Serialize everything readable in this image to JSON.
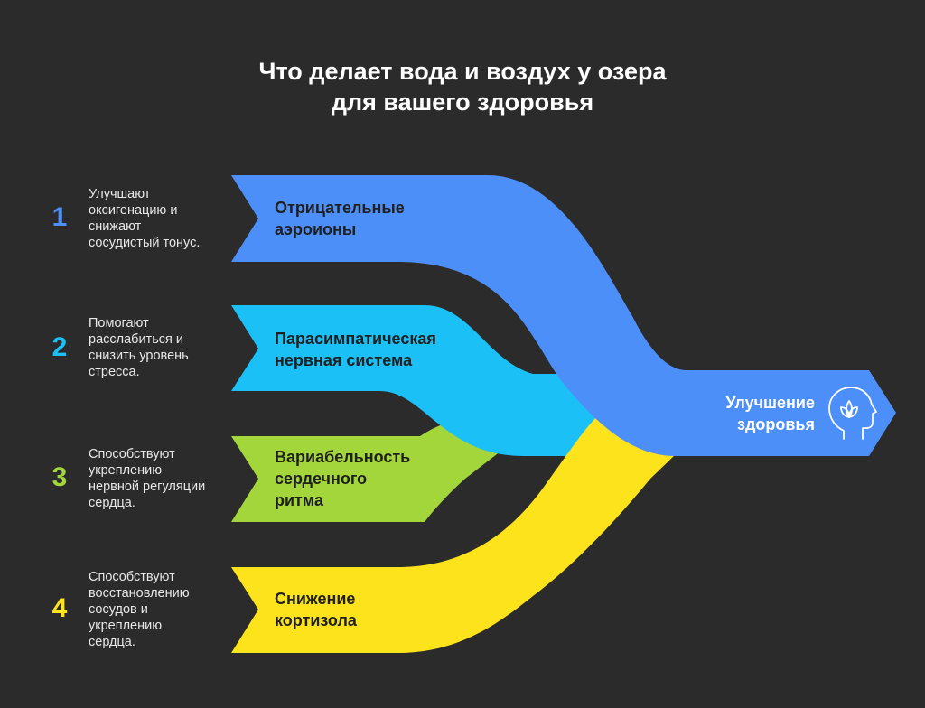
{
  "title": {
    "line1": "Что делает вода и воздух у озера",
    "line2": "для вашего здоровья"
  },
  "colors": {
    "background": "#2b2b2b",
    "blue": "#4d8ff9",
    "cyan": "#1bc0f6",
    "green": "#a3d63a",
    "yellow": "#fde31b"
  },
  "factors": [
    {
      "number": "1",
      "color": "#4d8ff9",
      "label_lines": [
        "Отрицательные",
        "аэроионы"
      ],
      "description_lines": [
        "Улучшают",
        "оксигенацию и",
        "снижают",
        "сосудистый тонус."
      ]
    },
    {
      "number": "2",
      "color": "#1bc0f6",
      "label_lines": [
        "Парасимпатическая",
        "нервная система"
      ],
      "description_lines": [
        "Помогают",
        "расслабиться и",
        "снизить уровень",
        "стресса."
      ]
    },
    {
      "number": "3",
      "color": "#a3d63a",
      "label_lines": [
        "Вариабельность",
        "сердечного",
        "ритма"
      ],
      "description_lines": [
        "Способствуют",
        "укреплению",
        "нервной регуляции",
        "сердца."
      ]
    },
    {
      "number": "4",
      "color": "#fde31b",
      "label_lines": [
        "Снижение",
        "кортизола"
      ],
      "description_lines": [
        "Способствуют",
        "восстановлению",
        "сосудов и",
        "укреплению",
        "сердца."
      ]
    }
  ],
  "result": {
    "label_lines": [
      "Улучшение",
      "здоровья"
    ],
    "icon": "mind-lotus-icon"
  }
}
